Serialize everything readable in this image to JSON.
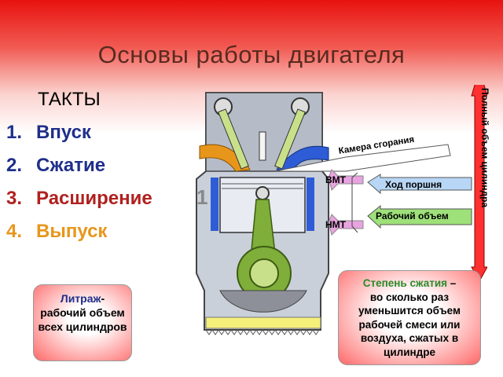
{
  "title": "Основы работы двигателя",
  "strokes_heading": "ТАКТЫ",
  "strokes": [
    {
      "num": "1.",
      "label": "Впуск",
      "color": "#1f2f8a"
    },
    {
      "num": "2.",
      "label": "Сжатие",
      "color": "#1f2f8a"
    },
    {
      "num": "3.",
      "label": "Расширение",
      "color": "#b0211f"
    },
    {
      "num": "4.",
      "label": "Выпуск",
      "color": "#e8961b"
    }
  ],
  "engine": {
    "stroke_number": "1",
    "labels": {
      "tdc": "ВМТ",
      "bdc": "НМТ",
      "combustion_chamber": "Камера сгорания",
      "piston_stroke": "Ход поршня",
      "working_volume": "Рабочий объем",
      "full_volume": "Полный объем цилиндра"
    }
  },
  "displacement": {
    "term": "Литраж",
    "definition": "рабочий объем всех цилиндров"
  },
  "compression": {
    "term": "Степень сжатия",
    "definition": "во сколько раз уменьшится объем рабочей смеси или воздуха, сжатых в цилиндре"
  }
}
